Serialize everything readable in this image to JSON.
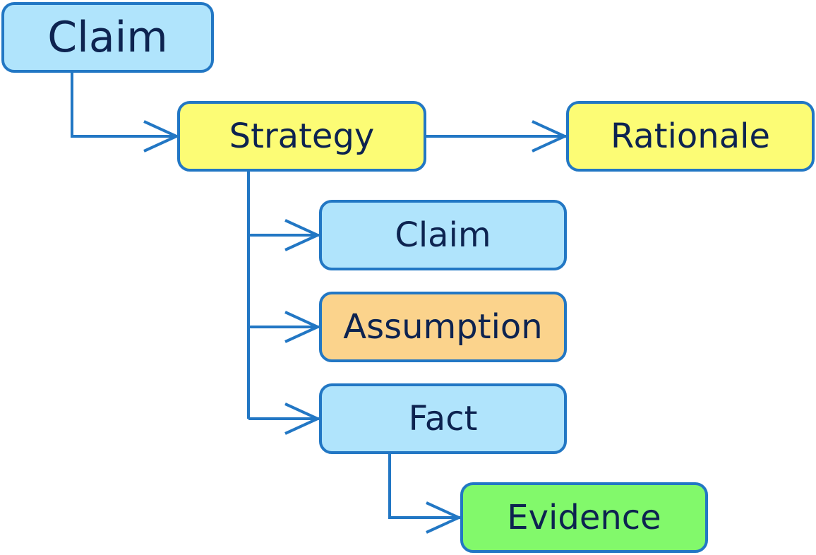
{
  "colors": {
    "claim": "#b0e4fc",
    "strategy": "#fcfc75",
    "rationale": "#fcfc75",
    "assumption": "#fbd38c",
    "evidence": "#82f96b",
    "border": "#2277c4",
    "text": "#0d2350"
  },
  "nodes": {
    "root_claim": "Claim",
    "strategy": "Strategy",
    "rationale": "Rationale",
    "sub_claim": "Claim",
    "assumption": "Assumption",
    "fact": "Fact",
    "evidence": "Evidence"
  },
  "edges": [
    {
      "from": "root_claim",
      "to": "strategy"
    },
    {
      "from": "strategy",
      "to": "rationale"
    },
    {
      "from": "strategy",
      "to": "sub_claim"
    },
    {
      "from": "strategy",
      "to": "assumption"
    },
    {
      "from": "strategy",
      "to": "fact"
    },
    {
      "from": "fact",
      "to": "evidence"
    }
  ]
}
